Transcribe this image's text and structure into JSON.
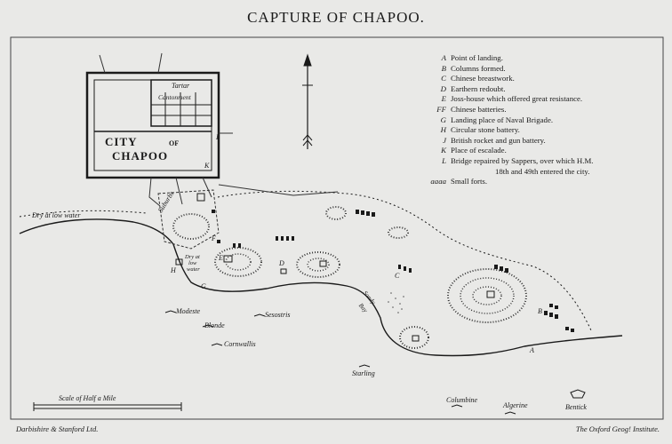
{
  "title": "CAPTURE OF CHAPOO.",
  "legend": [
    {
      "key": "A",
      "text": "Point of landing."
    },
    {
      "key": "B",
      "text": "Columns formed."
    },
    {
      "key": "C",
      "text": "Chinese breastwork."
    },
    {
      "key": "D",
      "text": "Earthern redoubt."
    },
    {
      "key": "E",
      "text": "Joss-house which offered great resistance."
    },
    {
      "key": "FF",
      "text": "Chinese batteries."
    },
    {
      "key": "G",
      "text": "Landing place of Naval Brigade."
    },
    {
      "key": "H",
      "text": "Circular stone battery."
    },
    {
      "key": "J",
      "text": "British rocket and gun battery."
    },
    {
      "key": "K",
      "text": "Place of escalade."
    },
    {
      "key": "L",
      "text": "Bridge repaired by Sappers, over which H.M."
    },
    {
      "key": "",
      "text": "18th and 49th entered the city."
    },
    {
      "key": "aaaa",
      "text": "Small forts."
    }
  ],
  "city": {
    "line1": "CITY",
    "of": "OF",
    "line2": "CHAPOO",
    "tartar1": "Tartar",
    "tartar2": "Cantonment"
  },
  "labels": {
    "dry_low_water": "Dry at low water",
    "dry_at": "Dry at",
    "low": "low",
    "water": "water",
    "suburbs": "Suburbs",
    "sandy_bay1": "Sandy",
    "sandy_bay2": "Bay"
  },
  "letters": {
    "A": "A",
    "B": "B",
    "C": "C",
    "D": "D",
    "E": "E",
    "F": "F",
    "G": "G",
    "H": "H",
    "K": "K",
    "L": "L"
  },
  "ships": {
    "modeste": "Modeste",
    "sesostris": "Sesostris",
    "blonde": "Blonde",
    "cornwallis": "Cornwallis",
    "starling": "Starling",
    "columbine": "Columbine",
    "algerine": "Algerine",
    "bentick": "Bentick"
  },
  "scale_label": "Scale of Half a Mile",
  "publisher": "Darbishire & Stanford Ltd.",
  "institute": "The Oxford Geog! Institute.",
  "colors": {
    "paper": "#e9e9e7",
    "ink": "#1a1a1a"
  }
}
